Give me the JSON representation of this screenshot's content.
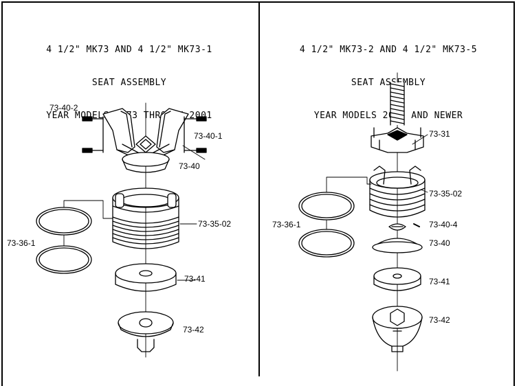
{
  "left": {
    "title_line1": "4 1/2\" MK73 AND 4 1/2\" MK73-1",
    "title_line2": "SEAT ASSEMBLY",
    "title_line3": "YEAR MODELS 1973 THROUGH 2001",
    "labels": {
      "l_73_40_2": "73-40-2",
      "l_73_40_1": "73-40-1",
      "l_73_40": "73-40",
      "l_73_35_02": "73-35-02",
      "l_73_36_1": "73-36-1",
      "l_73_41": "73-41",
      "l_73_42": "73-42"
    }
  },
  "right": {
    "title_line1": "4 1/2\" MK73-2 AND 4 1/2\" MK73-5",
    "title_line2": "SEAT ASSEMBLY",
    "title_line3": "YEAR MODELS 2002 AND NEWER",
    "labels": {
      "r_73_31": "73-31",
      "r_73_35_02": "73-35-02",
      "r_73_36_1": "73-36-1",
      "r_73_40_4": "73-40-4",
      "r_73_40": "73-40",
      "r_73_41": "73-41",
      "r_73_42": "73-42"
    }
  }
}
